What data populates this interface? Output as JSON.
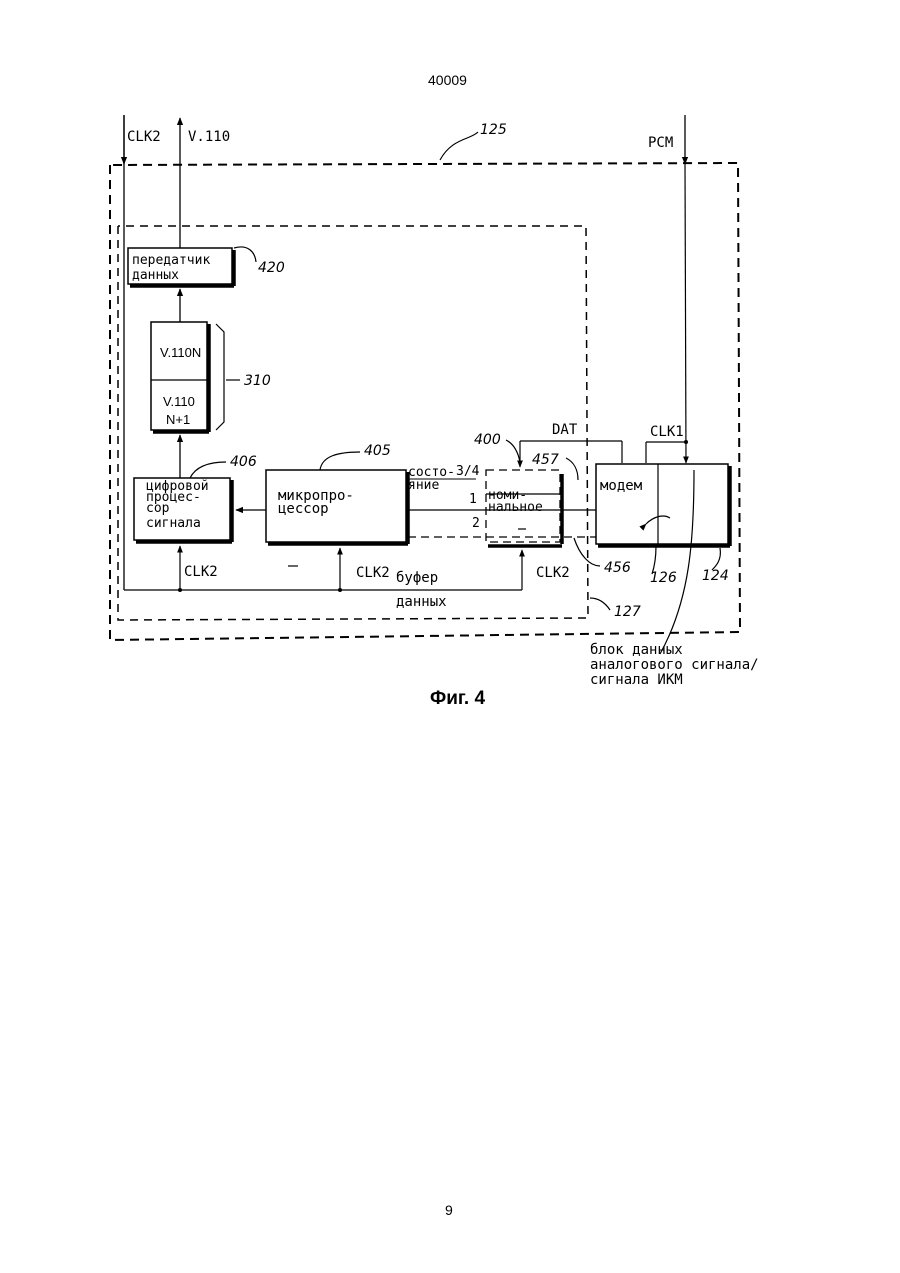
{
  "header": {
    "doc_number": "40009"
  },
  "footer": {
    "page_number": "9"
  },
  "figure": {
    "caption": "Фиг. 4",
    "signals": {
      "clk2_in": "CLK2",
      "v110_out": "V.110",
      "pcm_in": "PCM",
      "dat": "DAT",
      "clk1": "CLK1",
      "clk2_a": "CLK2",
      "clk2_b": "CLK2",
      "clk2_c": "CLK2"
    },
    "blocks": {
      "transmitter": {
        "line1": "передатчик",
        "line2": "данных"
      },
      "buffer_top": "V.110N",
      "buffer_bottom_line1": "V.110",
      "buffer_bottom_line2": "N+1",
      "dsp": {
        "line1": "цифровой",
        "line2": "процес-",
        "line3": "сор",
        "line4": "сигнала"
      },
      "microprocessor": {
        "line1": "микропро-",
        "line2": "цессор"
      },
      "state_label": {
        "line1": "состо-",
        "line2": "яние"
      },
      "state_value": "3/4",
      "row1": "1",
      "row2": "2",
      "nominal": {
        "line1": "номи-",
        "line2": "нальное"
      },
      "modem": "модем",
      "data_buffer": {
        "line1": "буфер",
        "line2": "данных"
      },
      "analog_block": {
        "line1": "блок данных",
        "line2": "аналогового сигнала/",
        "line3": "сигнала ИКМ"
      }
    },
    "refs": {
      "r125": "125",
      "r420": "420",
      "r310": "310",
      "r406": "406",
      "r405": "405",
      "r400": "400",
      "r457": "457",
      "r456": "456",
      "r126": "126",
      "r124": "124",
      "r127": "127"
    }
  }
}
